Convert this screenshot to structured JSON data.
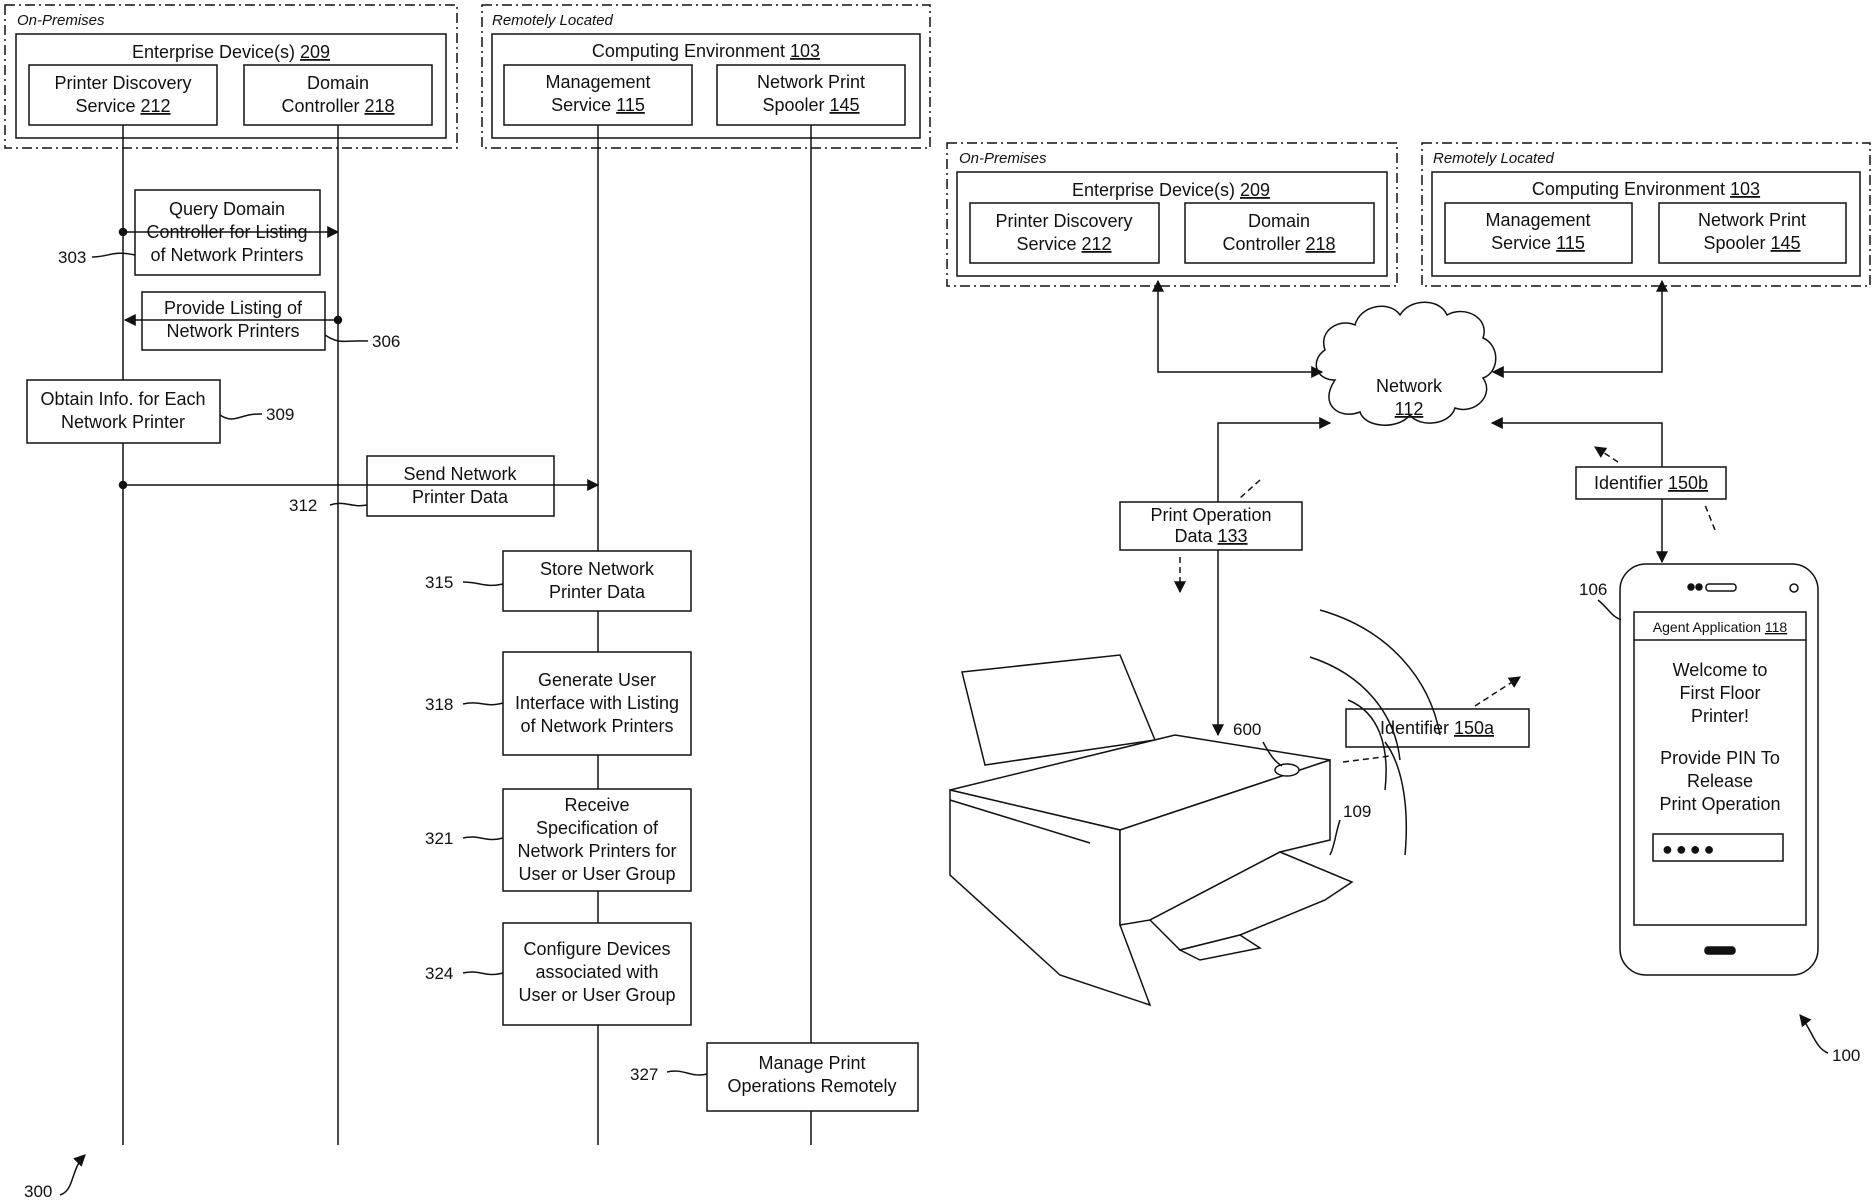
{
  "left": {
    "on_premises_label": "On-Premises",
    "remote_label": "Remotely Located",
    "enterprise_title": "Enterprise Device(s) ",
    "enterprise_num": "209",
    "printer_discovery_l1": "Printer Discovery",
    "printer_discovery_l2": "Service ",
    "printer_discovery_num": "212",
    "domain_controller_l1": "Domain",
    "domain_controller_l2": "Controller ",
    "domain_controller_num": "218",
    "computing_title": "Computing Environment ",
    "computing_num": "103",
    "management_l1": "Management",
    "management_l2": "Service ",
    "management_num": "115",
    "spooler_l1": "Network Print",
    "spooler_l2": "Spooler ",
    "spooler_num": "145",
    "step_303": [
      "Query Domain",
      "Controller for Listing",
      "of Network Printers"
    ],
    "step_306": [
      "Provide Listing of",
      "Network Printers"
    ],
    "step_309": [
      "Obtain Info. for Each",
      "Network Printer"
    ],
    "step_312": [
      "Send Network",
      "Printer Data"
    ],
    "step_315": [
      "Store Network",
      "Printer Data"
    ],
    "step_318": [
      "Generate User",
      "Interface with Listing",
      "of Network Printers"
    ],
    "step_321": [
      "Receive",
      "Specification of",
      "Network Printers for",
      "User or User Group"
    ],
    "step_324": [
      "Configure Devices",
      "associated with",
      "User or User Group"
    ],
    "step_327": [
      "Manage Print",
      "Operations Remotely"
    ],
    "refs": {
      "r303": "303",
      "r306": "306",
      "r309": "309",
      "r312": "312",
      "r315": "315",
      "r318": "318",
      "r321": "321",
      "r324": "324",
      "r327": "327",
      "r300": "300"
    }
  },
  "right": {
    "on_premises_label": "On-Premises",
    "remote_label": "Remotely Located",
    "enterprise_title": "Enterprise Device(s) ",
    "enterprise_num": "209",
    "printer_discovery_l1": "Printer Discovery",
    "printer_discovery_l2": "Service ",
    "printer_discovery_num": "212",
    "domain_controller_l1": "Domain",
    "domain_controller_l2": "Controller ",
    "domain_controller_num": "218",
    "computing_title": "Computing Environment ",
    "computing_num": "103",
    "management_l1": "Management",
    "management_l2": "Service ",
    "management_num": "115",
    "spooler_l1": "Network Print",
    "spooler_l2": "Spooler ",
    "spooler_num": "145",
    "network_label": "Network",
    "network_num": "112",
    "print_op_l1": "Print Operation",
    "print_op_l2": "Data ",
    "print_op_num": "133",
    "identifier_b_label": "Identifier ",
    "identifier_b_num": "150b",
    "identifier_a_label": "Identifier ",
    "identifier_a_num": "150a",
    "agent_app_label": "Agent Application ",
    "agent_app_num": "118",
    "phone_welcome": [
      "Welcome to",
      "First Floor",
      "Printer!"
    ],
    "phone_pin": [
      "Provide PIN To",
      "Release",
      "Print Operation"
    ],
    "pin_dots": "●●●●",
    "refs": {
      "r106": "106",
      "r600": "600",
      "r109": "109",
      "r100": "100"
    }
  }
}
